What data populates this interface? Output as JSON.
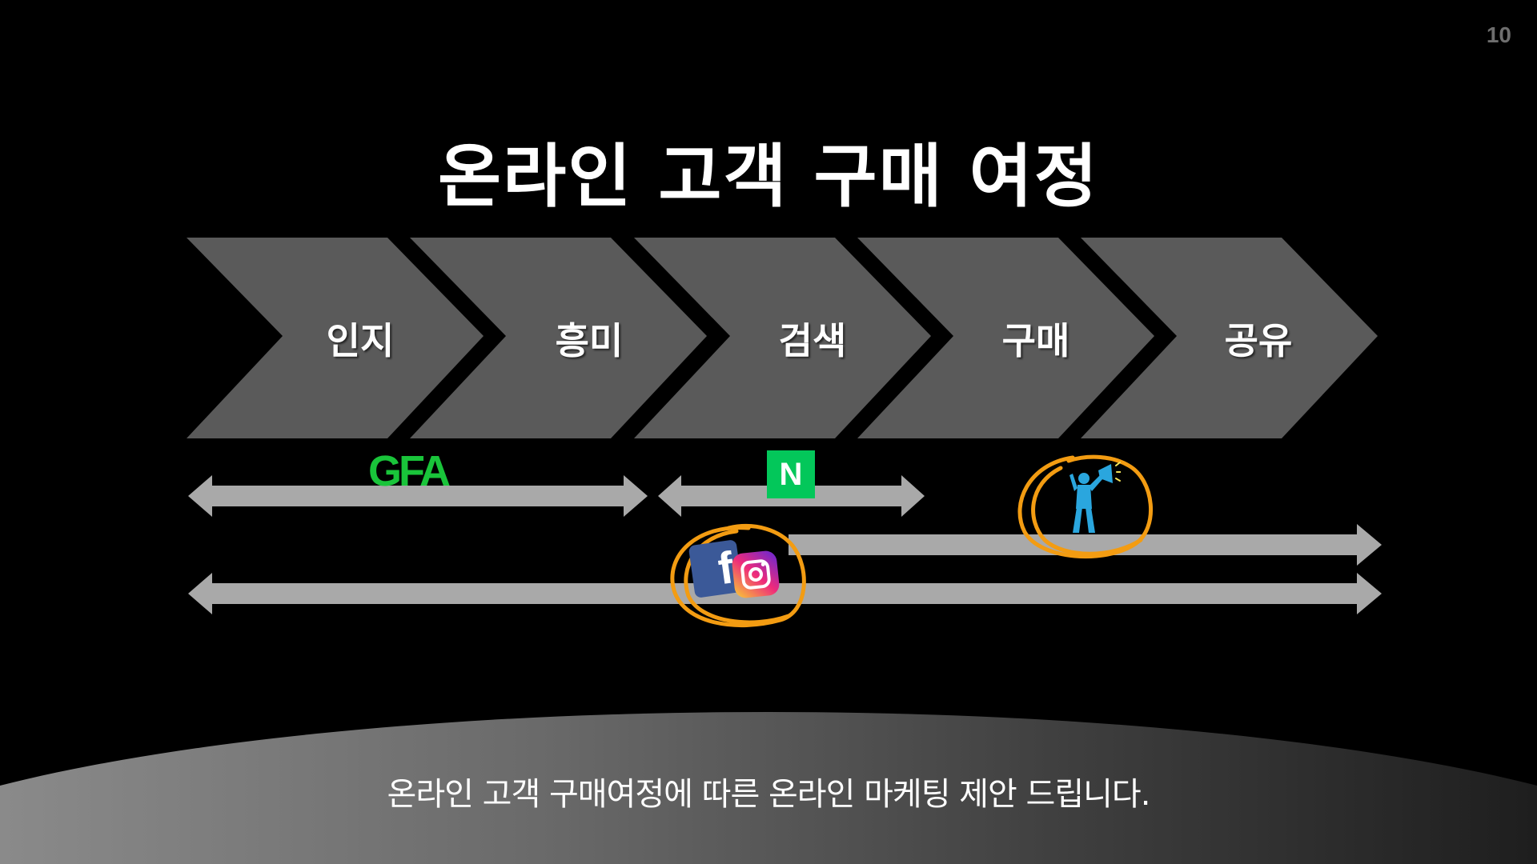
{
  "page_number": "10",
  "title": "온라인 고객 구매 여정",
  "stages": [
    {
      "label": "인지"
    },
    {
      "label": "흥미"
    },
    {
      "label": "검색"
    },
    {
      "label": "구매"
    },
    {
      "label": "공유"
    }
  ],
  "channels": {
    "gfa": {
      "label": "GFA",
      "color": "#19c43a",
      "span": "인지–흥미"
    },
    "naver": {
      "label": "N",
      "color": "#03c75a",
      "span": "검색"
    },
    "social": {
      "icons": [
        "facebook-icon",
        "instagram-icon"
      ],
      "span": "인지–공유"
    },
    "promotion": {
      "icon": "megaphone-person-icon",
      "span": "검색–공유"
    }
  },
  "colors": {
    "chevron": "#5a5a5a",
    "arrow": "#a9a9a9",
    "highlight_circle": "#f39c12",
    "background": "#000000"
  },
  "footer": "온라인 고객 구매여정에 따른 온라인 마케팅 제안 드립니다."
}
